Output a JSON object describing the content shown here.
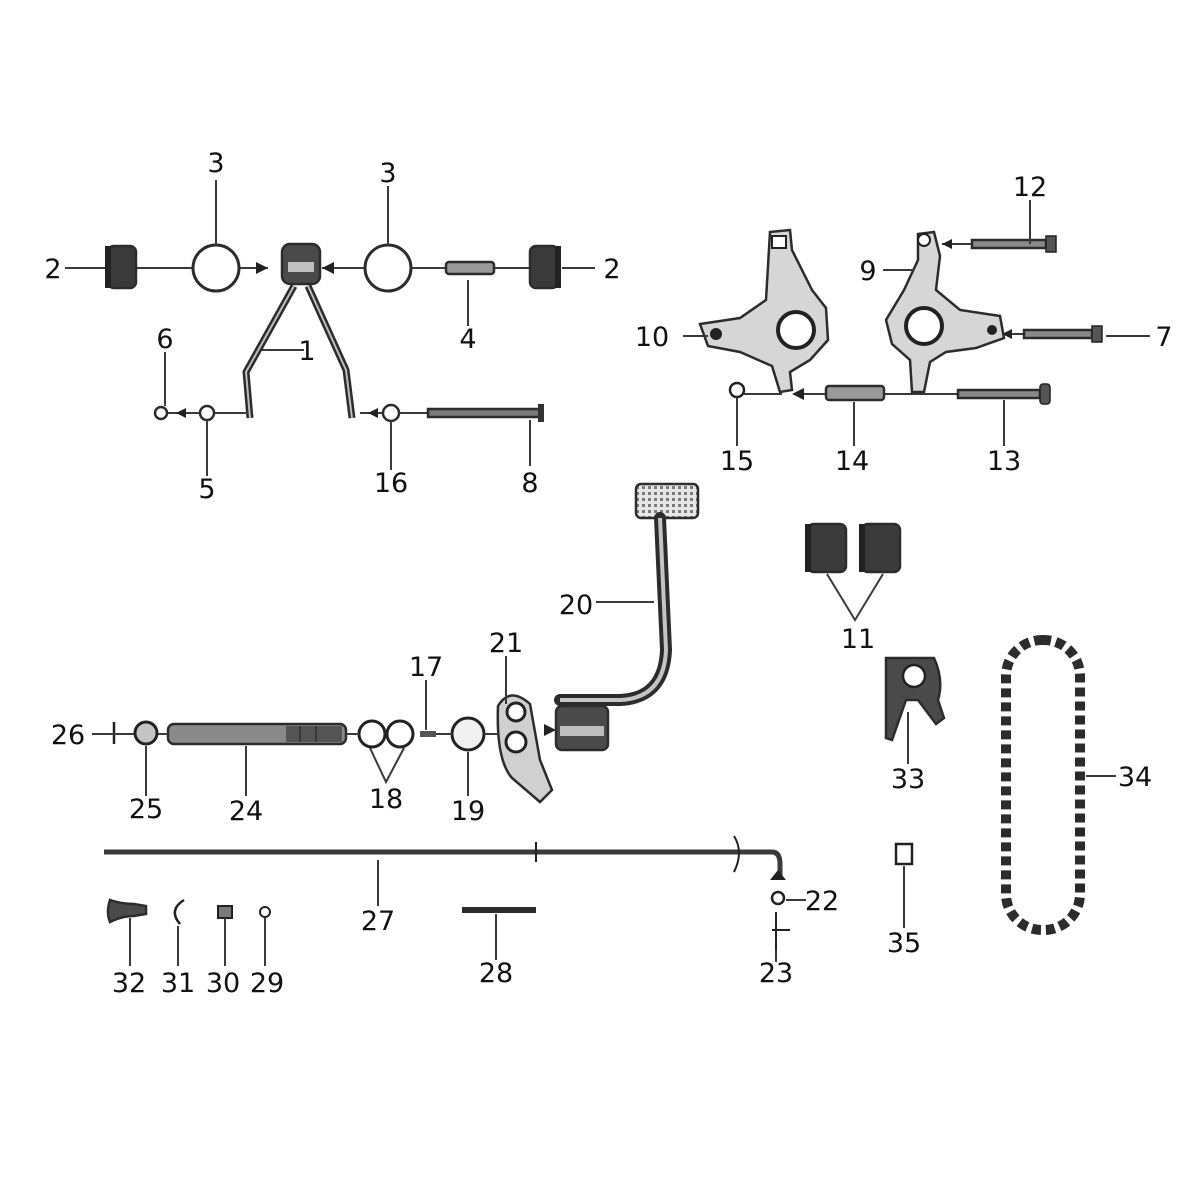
{
  "colors": {
    "background": "#ffffff",
    "ink": "#111111",
    "part_dark": "#3a3a3a",
    "part_mid": "#8c8c8c",
    "part_light": "#e8e8e8"
  },
  "callouts": {
    "c1": "1",
    "c2": "2",
    "c3": "3",
    "c4": "4",
    "c5": "5",
    "c6": "6",
    "c7": "7",
    "c8": "8",
    "c9": "9",
    "c10": "10",
    "c11": "11",
    "c12": "12",
    "c13": "13",
    "c14": "14",
    "c15": "15",
    "c16": "16",
    "c17": "17",
    "c18": "18",
    "c19": "19",
    "c20": "20",
    "c21": "21",
    "c22": "22",
    "c23": "23",
    "c24": "24",
    "c25": "25",
    "c26": "26",
    "c27": "27",
    "c28": "28",
    "c29": "29",
    "c30": "30",
    "c31": "31",
    "c32": "32",
    "c33": "33",
    "c34": "34",
    "c35": "35"
  }
}
